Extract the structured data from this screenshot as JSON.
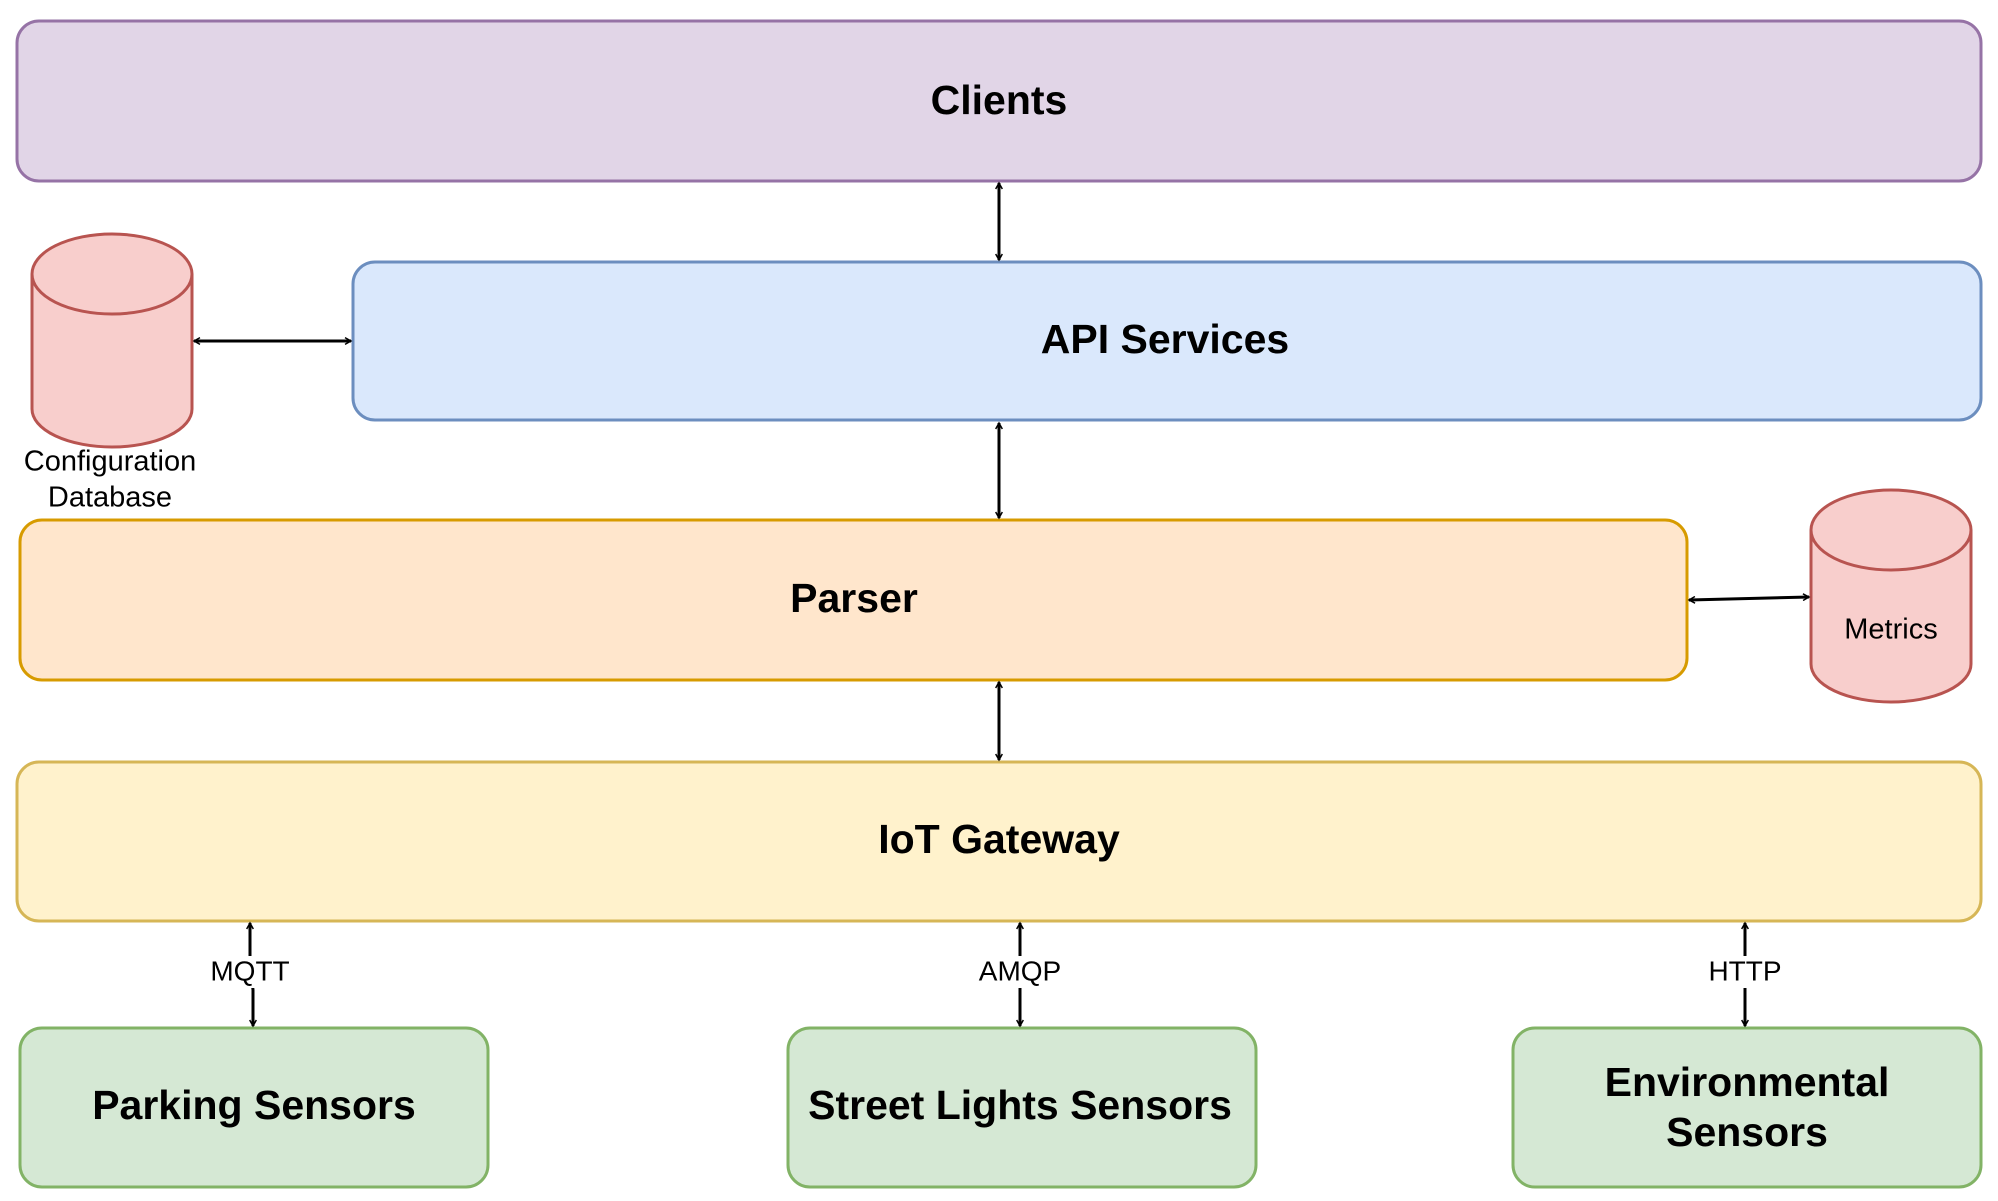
{
  "layers": {
    "clients": {
      "label": "Clients",
      "fill": "#e1d5e7",
      "stroke": "#9673a6"
    },
    "api_services": {
      "label": "API Services",
      "fill": "#dae8fc",
      "stroke": "#6c8ebf"
    },
    "parser": {
      "label": "Parser",
      "fill": "#ffe6cc",
      "stroke": "#d79b00"
    },
    "iot_gateway": {
      "label": "IoT Gateway",
      "fill": "#fff2cc",
      "stroke": "#d6b656"
    }
  },
  "databases": {
    "configuration": {
      "label_line1": "Configuration",
      "label_line2": "Database",
      "fill": "#f8cecc",
      "stroke": "#b85450"
    },
    "metrics": {
      "label": "Metrics",
      "fill": "#f8cecc",
      "stroke": "#b85450"
    }
  },
  "sensors": {
    "parking": {
      "label": "Parking Sensors",
      "protocol": "MQTT"
    },
    "street_lights": {
      "label": "Street Lights Sensors",
      "protocol": "AMQP"
    },
    "environmental": {
      "label_line1": "Environmental",
      "label_line2": "Sensors",
      "protocol": "HTTP"
    },
    "fill": "#d5e8d4",
    "stroke": "#82b366"
  }
}
